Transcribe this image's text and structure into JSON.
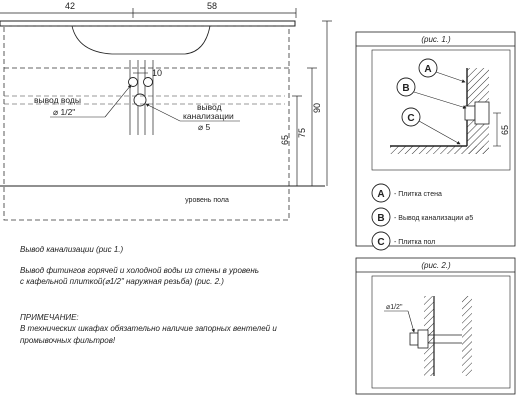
{
  "main": {
    "dims": {
      "width_left": "42",
      "width_right": "58",
      "pipe_gap": "10",
      "h65": "65",
      "h75": "75",
      "h90": "90"
    },
    "labels": {
      "water_outlet": "вывод воды",
      "water_diam": "⌀ 1/2\"",
      "drain_1": "вывод",
      "drain_2": "канализации",
      "drain_diam": "⌀ 5",
      "floor_level": "уровень пола"
    }
  },
  "notes": {
    "line1": "Вывод канализации (рис 1.)",
    "line2": "Вывод фитингов горячей и холодной воды из стены в уровень",
    "line3": "с кафельной плиткой(⌀1/2\" наружная резьба) (рис. 2.)",
    "heading": "ПРИМЕЧАНИЕ:",
    "line4": "В технических шкафах обязательно наличие запорных вентелей и",
    "line5": "промывочных фильтров!"
  },
  "fig1": {
    "caption": "(рис. 1.)",
    "dim": "65",
    "marker_a": "A",
    "marker_b": "B",
    "marker_c": "C"
  },
  "legend": {
    "items": [
      {
        "letter": "A",
        "text": "- Плитка стена"
      },
      {
        "letter": "B",
        "text": "- Вывод канализации   ⌀5"
      },
      {
        "letter": "C",
        "text": "- Плитка пол"
      }
    ]
  },
  "fig2": {
    "caption": "(рис. 2.)",
    "diam": "⌀1/2\""
  }
}
